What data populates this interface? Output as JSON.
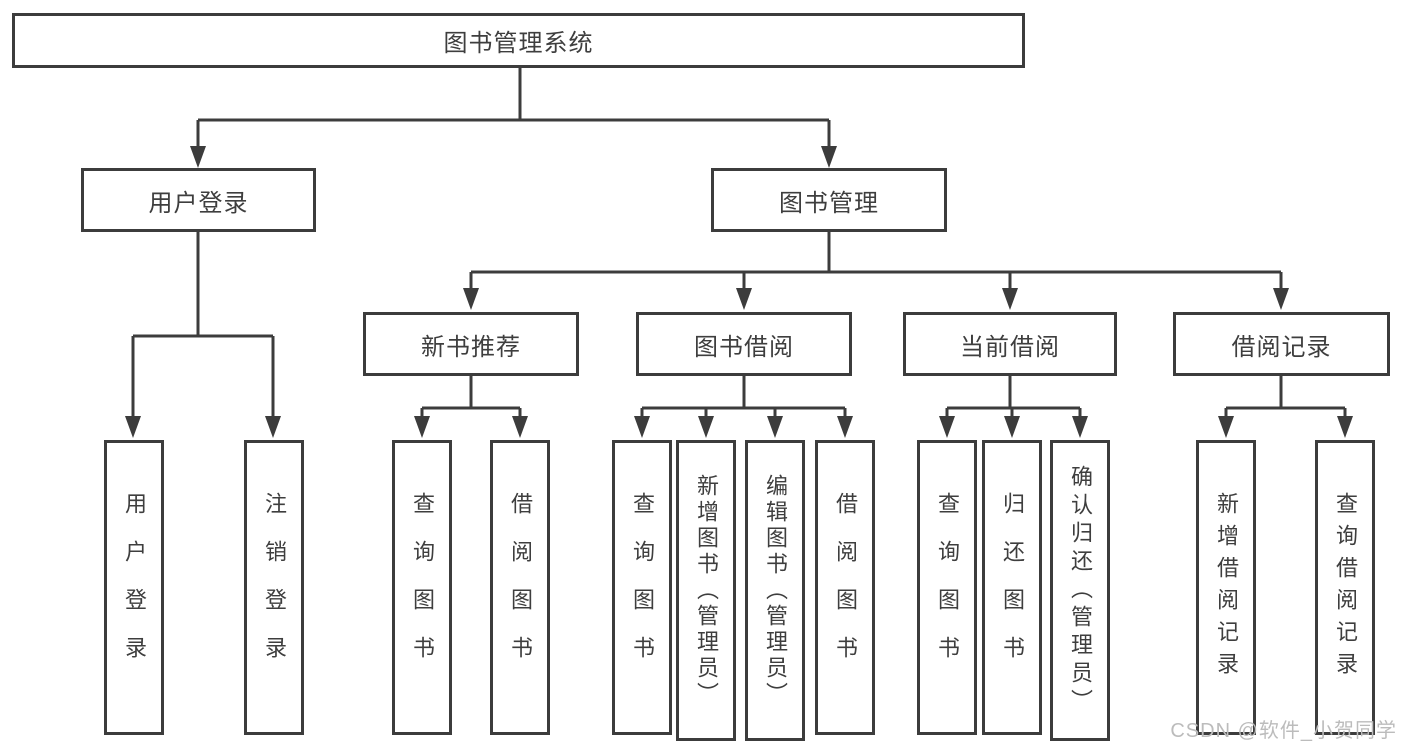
{
  "tree": {
    "root": {
      "label": "图书管理系统",
      "children": [
        {
          "label": "用户登录",
          "children": [
            {
              "label": "用户登录"
            },
            {
              "label": "注销登录"
            }
          ]
        },
        {
          "label": "图书管理",
          "children": [
            {
              "label": "新书推荐",
              "children": [
                {
                  "label": "查询图书"
                },
                {
                  "label": "借阅图书"
                }
              ]
            },
            {
              "label": "图书借阅",
              "children": [
                {
                  "label": "查询图书"
                },
                {
                  "label": "新增图书（管理员）"
                },
                {
                  "label": "编辑图书（管理员）"
                },
                {
                  "label": "借阅图书"
                }
              ]
            },
            {
              "label": "当前借阅",
              "children": [
                {
                  "label": "查询图书"
                },
                {
                  "label": "归还图书"
                },
                {
                  "label": "确认归还（管理员）"
                }
              ]
            },
            {
              "label": "借阅记录",
              "children": [
                {
                  "label": "新增借阅记录"
                },
                {
                  "label": "查询借阅记录"
                }
              ]
            }
          ]
        }
      ]
    }
  },
  "watermark": {
    "text": "CSDN @软件_小贺同学"
  },
  "colors": {
    "line": "#3c3c3c",
    "text": "#3e3e3e",
    "watermark": "#bcbcbc",
    "background": "#ffffff"
  }
}
